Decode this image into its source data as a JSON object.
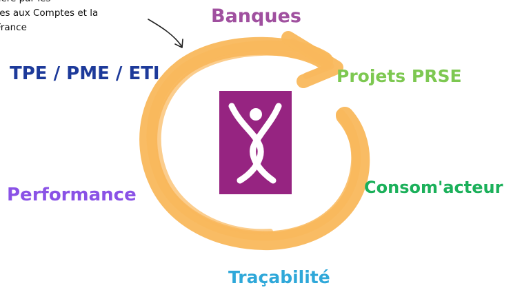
{
  "note": {
    "lines": [
      "lière par les",
      "res aux Comptes et la",
      "France"
    ]
  },
  "labels": {
    "banques": "Banques",
    "tpe": "TPE / PME / ETI",
    "prse": "Projets PRSE",
    "consom": "Consom'acteur",
    "performance": "Performance",
    "tracabilite": "Traçabilité"
  },
  "colors": {
    "banques": "#a0509f",
    "tpe": "#1d3a9a",
    "prse": "#7dc851",
    "consom": "#1bb05a",
    "performance": "#8a52e6",
    "tracabilite": "#2fa8d9",
    "cycle_arrow": "#f9b85c",
    "logo_bg": "#962481",
    "note_text": "#111111"
  },
  "icons": {
    "cycle": "circular-arrow-icon",
    "pointer": "hand-drawn-arrow-icon",
    "logo": "dancing-figure-logo"
  }
}
